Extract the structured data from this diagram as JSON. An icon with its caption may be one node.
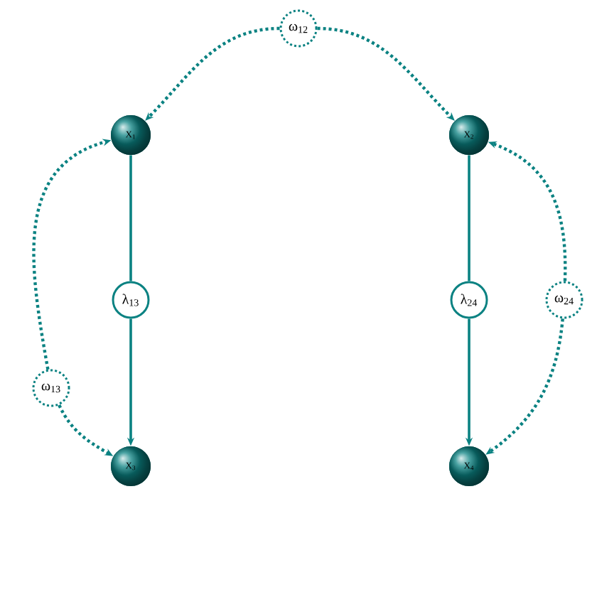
{
  "diagram": {
    "nodes": [
      {
        "text": [
          "ω$_{12}$"
        ]
      },
      {
        "text": [
          "X$_{1}$"
        ]
      },
      {
        "text": [
          "X$_{2}$"
        ]
      },
      {
        "text": [
          "λ$_{13}$"
        ]
      },
      {
        "text": [
          "λ$_{24}$"
        ]
      },
      {
        "text": [
          "ω$_{24}$"
        ]
      },
      {
        "text": [
          "ω$_{13}$"
        ]
      },
      {
        "text": [
          "X$_{3}$"
        ]
      },
      {
        "text": [
          "X$_{4}$"
        ]
      }
    ],
    "edges": [
      {
        "from": 1,
        "to": 3,
        "arrow": "none"
      },
      {
        "from": 3,
        "to": 7,
        "arrow": "to"
      },
      {
        "from": 2,
        "to": 4,
        "arrow": "none"
      },
      {
        "from": 4,
        "to": 8,
        "arrow": "to"
      },
      {
        "from": 0,
        "to": 1,
        "arrow": "to",
        "style": "dashed"
      },
      {
        "from": 0,
        "to": 2,
        "arrow": "to",
        "style": "dashed"
      },
      {
        "from": 6,
        "to": 1,
        "arrow": "to",
        "style": "dashed"
      },
      {
        "from": 6,
        "to": 7,
        "arrow": "to",
        "style": "dashed"
      },
      {
        "from": 5,
        "to": 2,
        "arrow": "to",
        "style": "dashed"
      },
      {
        "from": 5,
        "to": 8,
        "arrow": "to",
        "style": "dashed"
      }
    ]
  }
}
